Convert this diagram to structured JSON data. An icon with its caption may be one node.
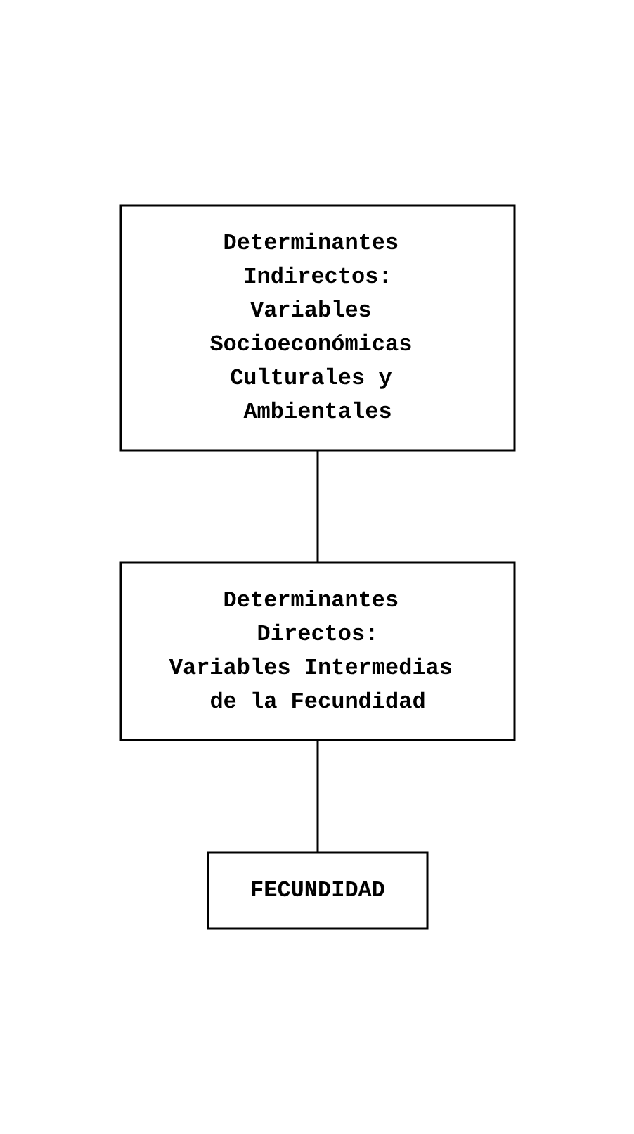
{
  "diagram": {
    "nodes": [
      {
        "text": [
          "Determinantes Indirectos:",
          "Variables Socioeconómicas Culturales y Ambientales"
        ]
      },
      {
        "text": [
          "Determinantes Directos:",
          "Variables Intermedias de la Fecundidad"
        ]
      },
      {
        "text": [
          "FECUNDIDAD"
        ]
      }
    ],
    "edges": [
      {
        "from": 0,
        "to": 1,
        "arrow": "none"
      },
      {
        "from": 1,
        "to": 2,
        "arrow": "none"
      }
    ]
  }
}
